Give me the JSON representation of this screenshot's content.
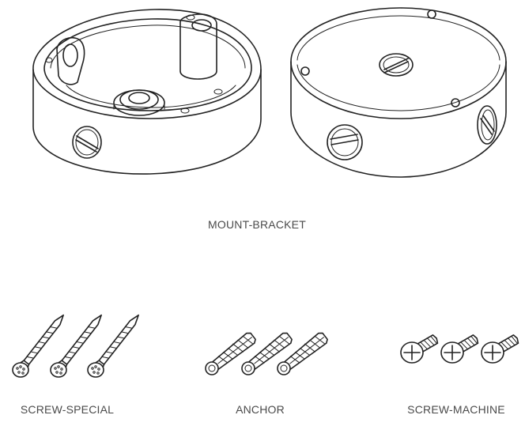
{
  "labels": {
    "mount_bracket": "MOUNT-BRACKET",
    "screw_special": "SCREW-SPECIAL",
    "anchor": "ANCHOR",
    "screw_machine": "SCREW-MACHINE"
  },
  "colors": {
    "line": "#222222",
    "label_text": "#4a4a4a",
    "background": "#ffffff"
  }
}
